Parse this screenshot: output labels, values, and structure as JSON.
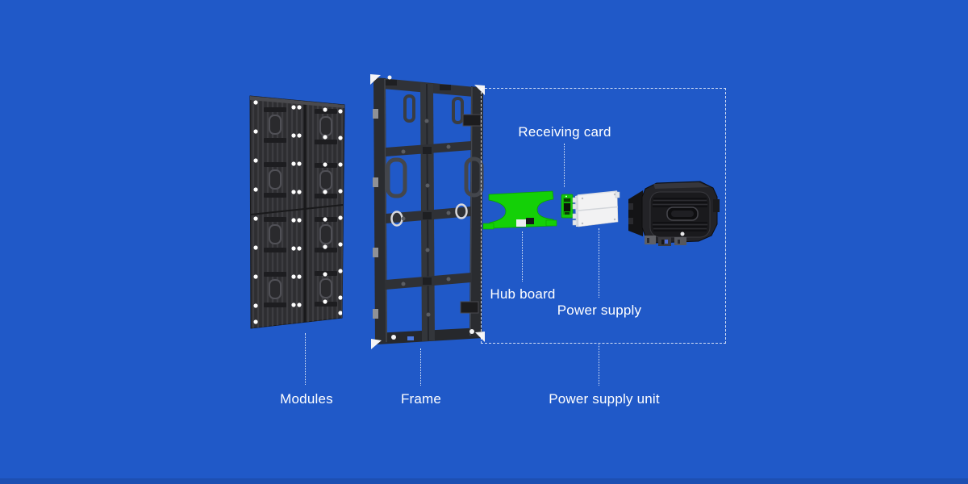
{
  "diagram": {
    "title": "LED display cabinet exploded-view diagram",
    "colors": {
      "background": "#2059C8",
      "footer_strip": "#1D4FB2",
      "label_text": "#FFFFFF",
      "guide_line": "#FFFFFF",
      "hub_board_green": "#14D007",
      "module_dark": "#2E2E31",
      "frame_dark": "#2A2C30",
      "power_supply_white": "#F2F2F3",
      "psu_black": "#232327"
    },
    "labels": {
      "receiving_card": "Receiving card",
      "hub_board": "Hub board",
      "power_supply": "Power supply",
      "modules": "Modules",
      "frame": "Frame",
      "power_supply_unit": "Power supply unit"
    }
  }
}
